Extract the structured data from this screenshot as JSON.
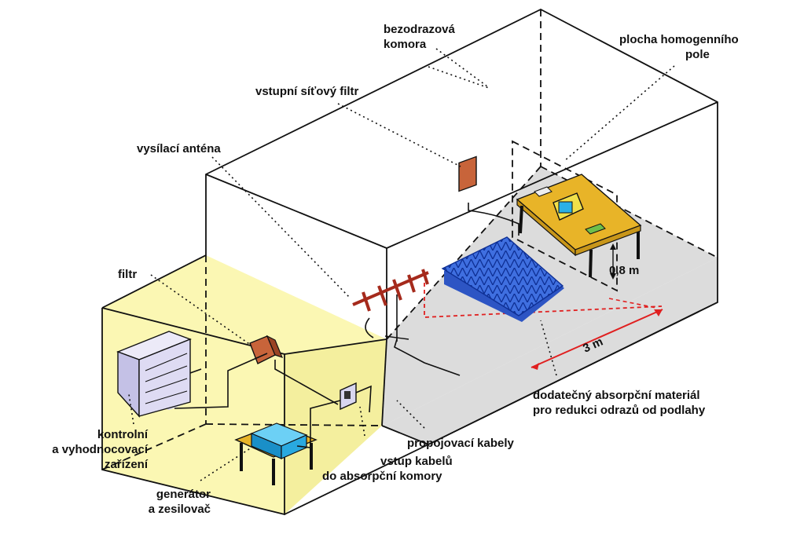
{
  "labels": {
    "chamber_line1": "bezodrazová",
    "chamber_line2": "komora",
    "field_line1": "plocha homogenního",
    "field_line2": "pole",
    "mains_filter": "vstupní síťový filtr",
    "antenna": "vysílací anténa",
    "filter": "filtr",
    "height": "0,8 m",
    "distance": "3 m",
    "absorber_line1": "dodatečný absorpční materiál",
    "absorber_line2": "pro redukci odrazů od podlahy",
    "cables": "propojovací kabely",
    "control_line1": "kontrolní",
    "control_line2": "a vyhodnocovací",
    "control_line3": "zařízení",
    "entry_line1": "vstup kabelů",
    "entry_line2": "do absorpční komory",
    "gen_line1": "generátor",
    "gen_line2": "a zesilovač"
  },
  "colors": {
    "control_room": "#fbf7b3",
    "floor": "#dcdcdc",
    "absorber": "#3f6fe0",
    "antenna": "#a52a1c",
    "filter_box": "#c8643a",
    "table": "#e8b428",
    "equipment_rack": "#d8d6f0",
    "generator": "#29a9e0",
    "distance_marker": "#e02020"
  }
}
